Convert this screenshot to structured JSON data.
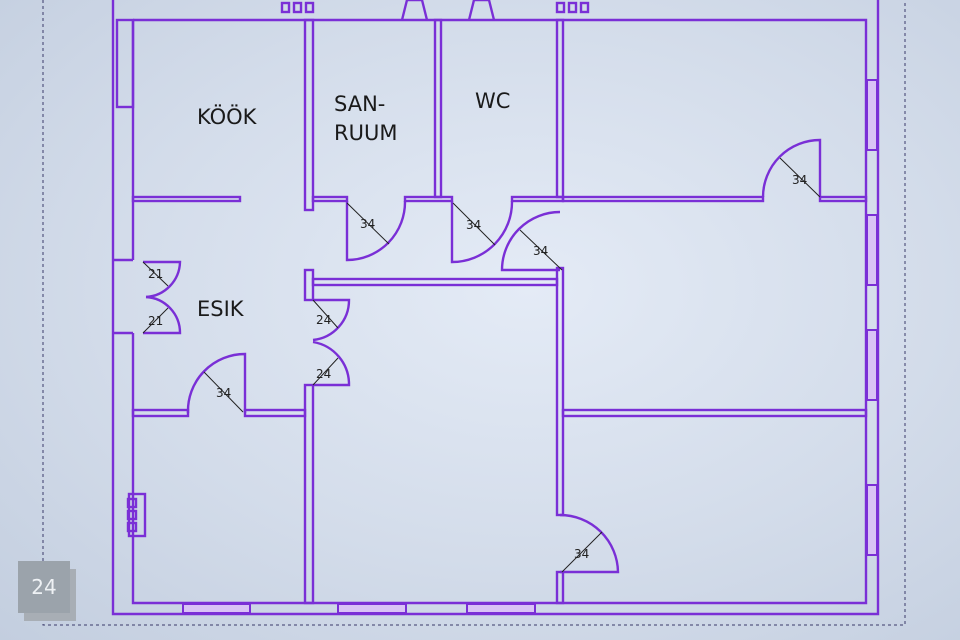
{
  "rooms": {
    "kitchen": "KÖÖK",
    "bath_line1": "SAN-",
    "bath_line2": "RUUM",
    "wc": "WC",
    "hall": "ESIK"
  },
  "dimensions": {
    "bath_door": "34",
    "wc_door": "34",
    "corridor_door": "34",
    "top_right_door": "34",
    "hall_door": "34",
    "bottom_right_door": "34",
    "entry_upper": "21",
    "entry_lower": "21",
    "inner_upper": "24",
    "inner_lower": "24"
  },
  "view_cube": {
    "label": "24",
    "icon": "view-cube-icon"
  },
  "colors": {
    "wall": "#7a2fd6",
    "window_fill": "#d9c3f5"
  }
}
